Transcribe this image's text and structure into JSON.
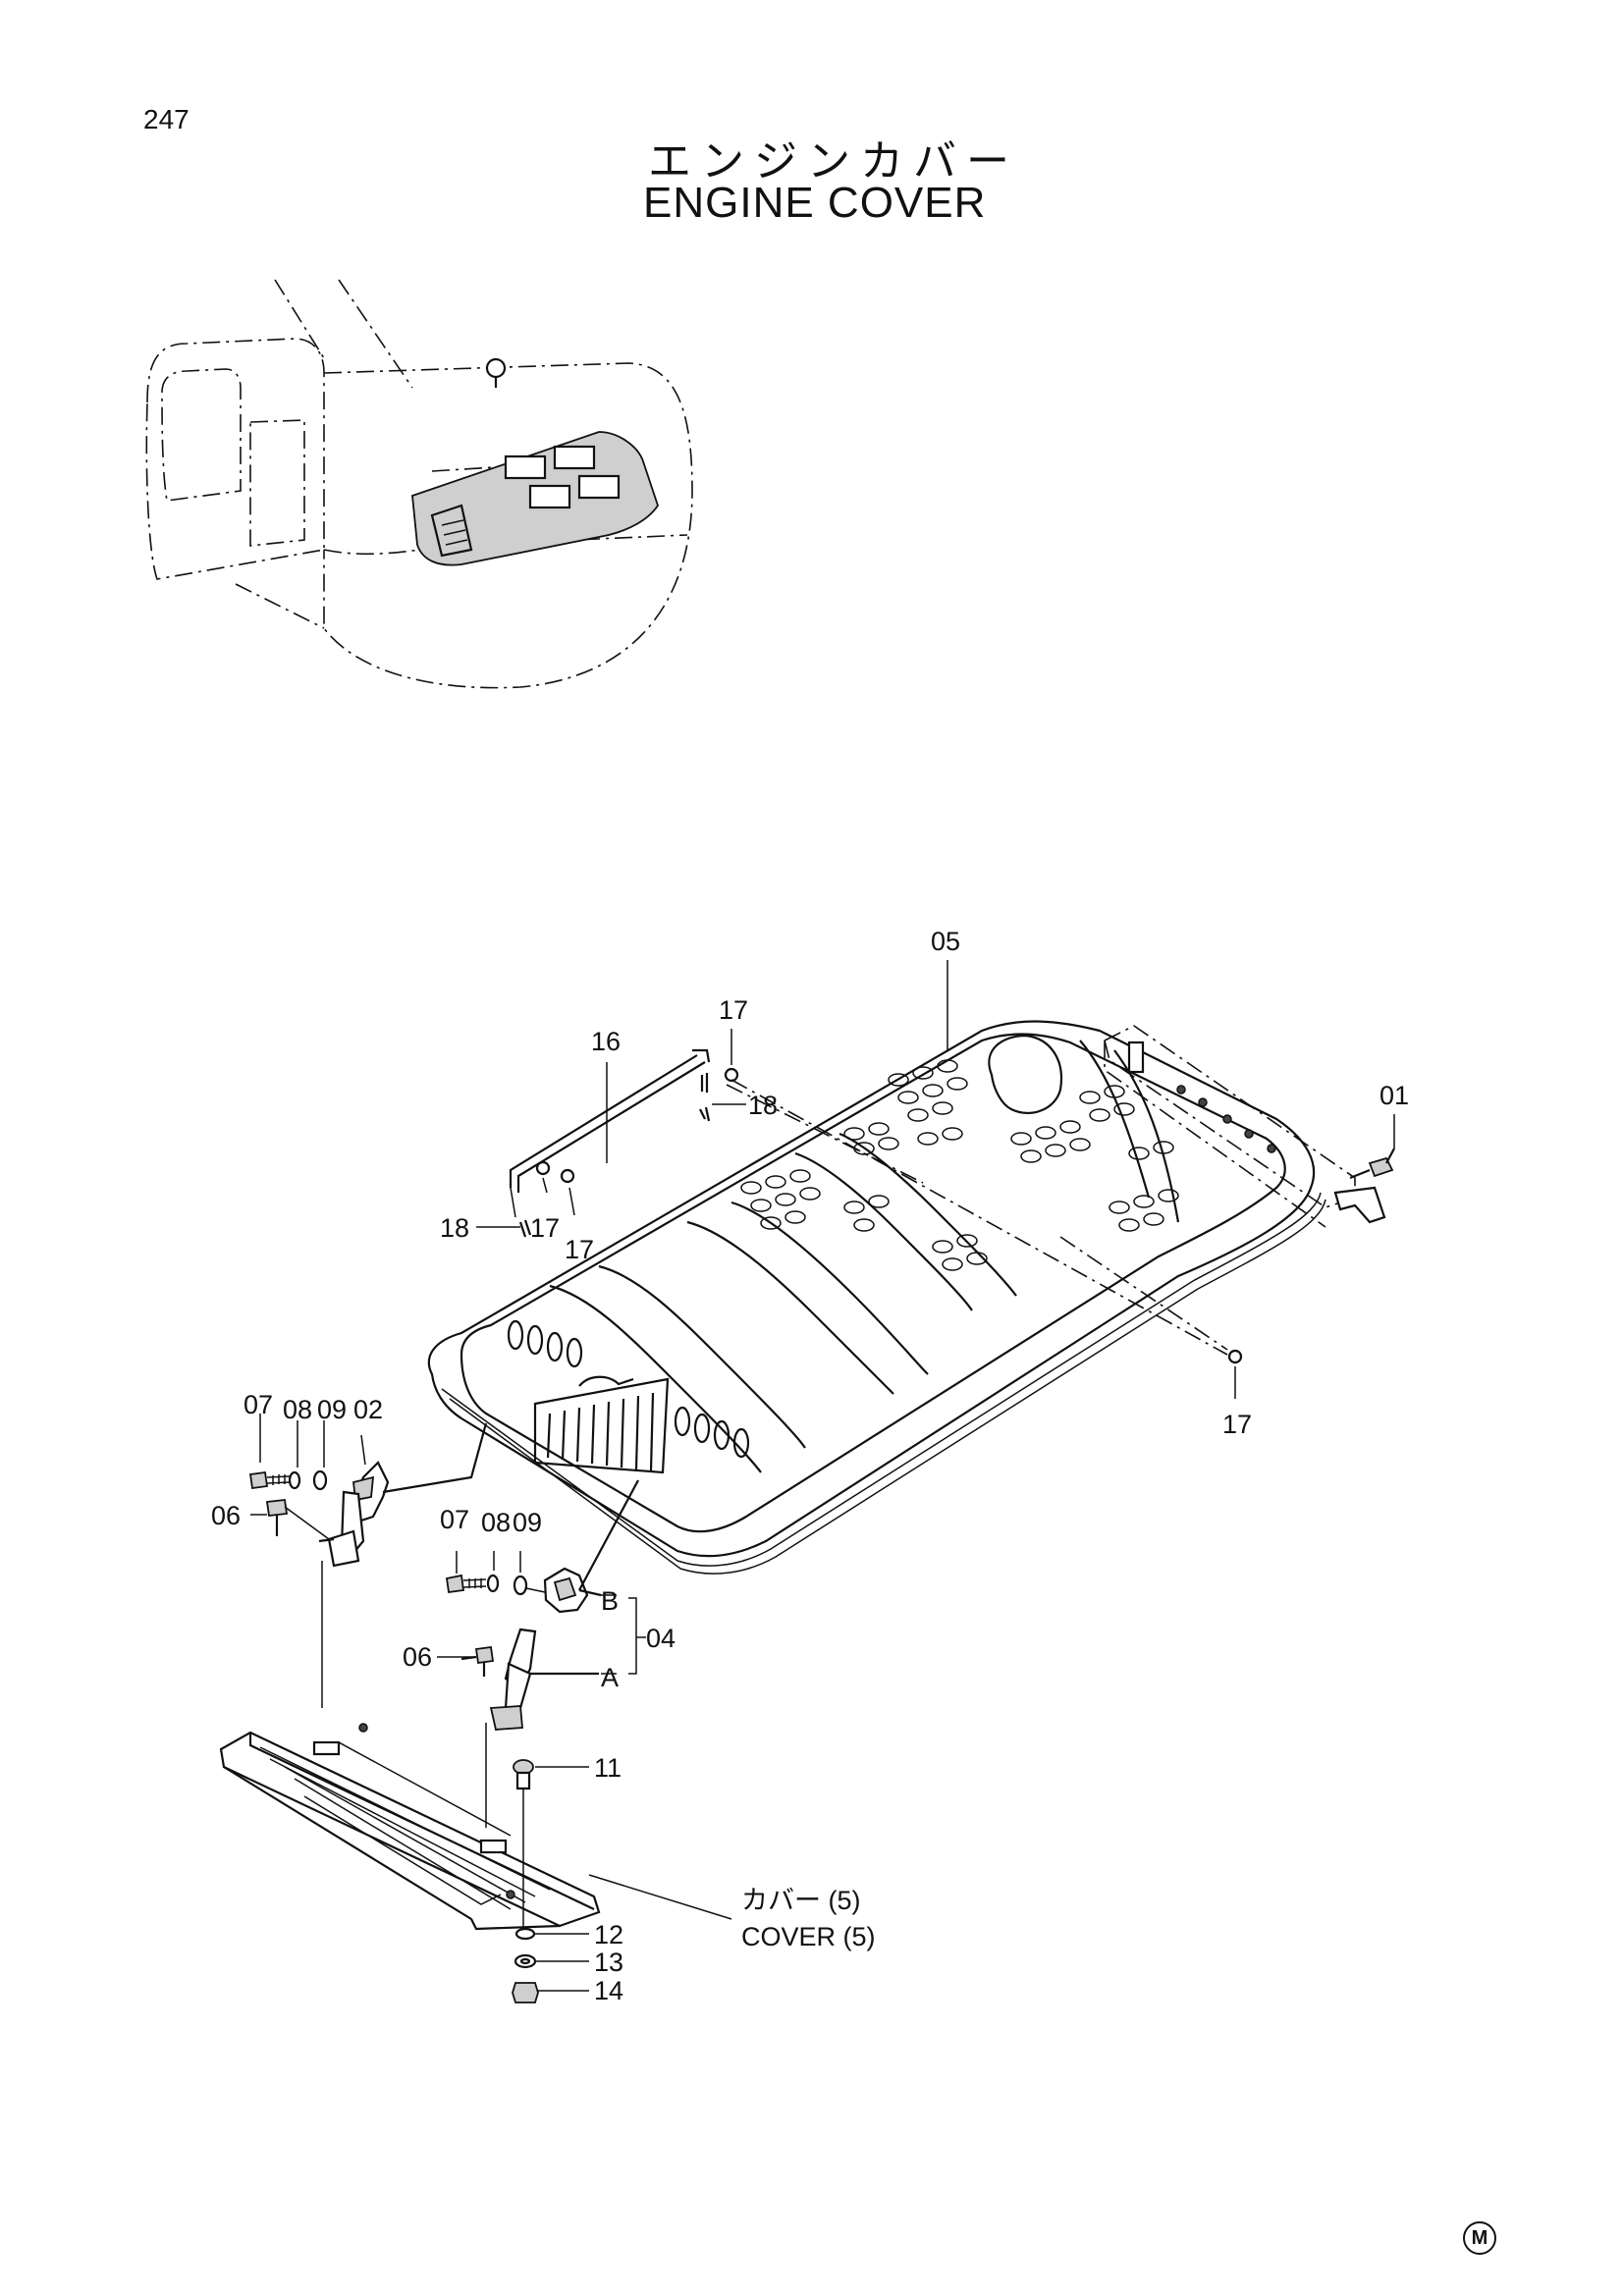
{
  "page_number": "247",
  "title_ja": "エンジンカバー",
  "title_en": "ENGINE COVER",
  "mark": "M",
  "callouts": {
    "c01": "01",
    "c02": "02",
    "c04": "04",
    "c05": "05",
    "c06a": "06",
    "c06b": "06",
    "c07a": "07",
    "c07b": "07",
    "c08a": "08",
    "c08b": "08",
    "c09a": "09",
    "c09b": "09",
    "c11": "11",
    "c12": "12",
    "c13": "13",
    "c14": "14",
    "c16": "16",
    "c17a": "17",
    "c17b": "17",
    "c17c": "17",
    "c17d": "17",
    "c18a": "18",
    "c18b": "18",
    "cA": "A",
    "cB": "B"
  },
  "cover_ref": {
    "ja": "カバー (5)",
    "en": "COVER (5)"
  }
}
